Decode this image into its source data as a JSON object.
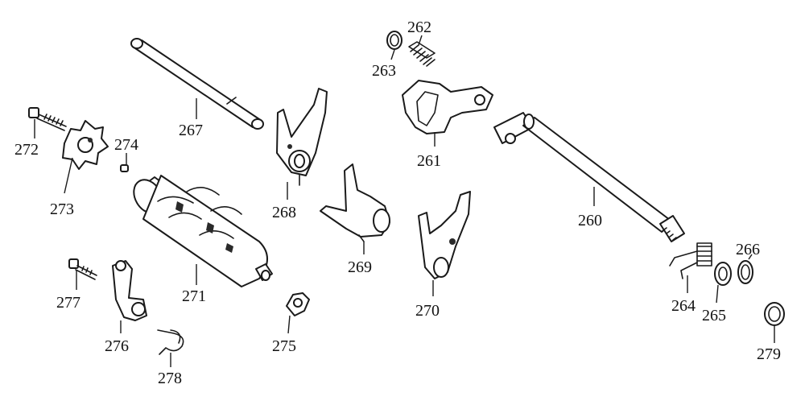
{
  "diagram": {
    "labels": {
      "p260": "260",
      "p261": "261",
      "p262": "262",
      "p263": "263",
      "p264": "264",
      "p265": "265",
      "p266": "266",
      "p267": "267",
      "p268": "268",
      "p269": "269",
      "p270": "270",
      "p271": "271",
      "p272": "272",
      "p273": "273",
      "p274": "274",
      "p275": "275",
      "p276": "276",
      "p277": "277",
      "p278": "278",
      "p279": "279"
    },
    "ink_color": "#1a1a1a",
    "background": "#ffffff"
  }
}
